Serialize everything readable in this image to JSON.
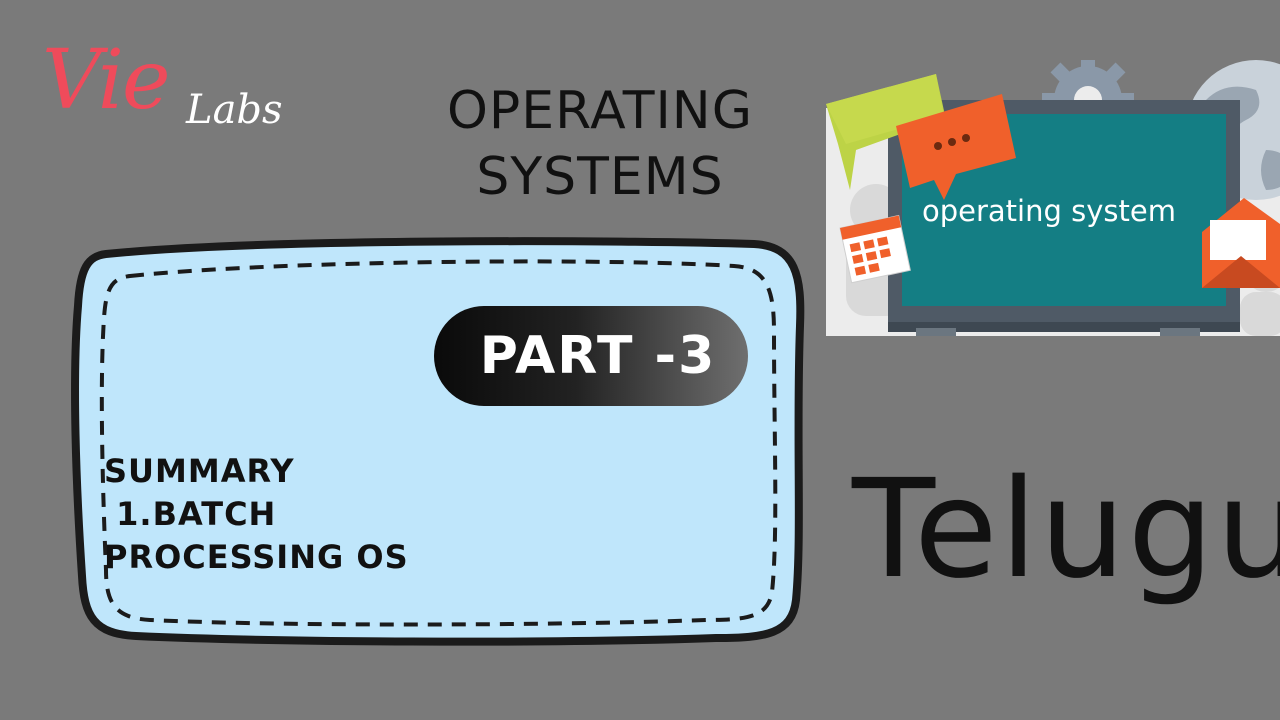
{
  "logo": {
    "brand": "Vie",
    "suffix": "Labs"
  },
  "title": {
    "line1": "OPERATING",
    "line2": "SYSTEMS"
  },
  "illustration": {
    "label": "operating system"
  },
  "card": {
    "badge": "PART -3",
    "summary_lines": [
      "SUMMARY",
      " 1.BATCH",
      "PROCESSING OS"
    ]
  },
  "language": "Telugu",
  "colors": {
    "background": "#7a7a7a",
    "card_fill": "#bfe6fb",
    "brand_red": "#ef4b5b",
    "screen_teal": "#147e84"
  }
}
